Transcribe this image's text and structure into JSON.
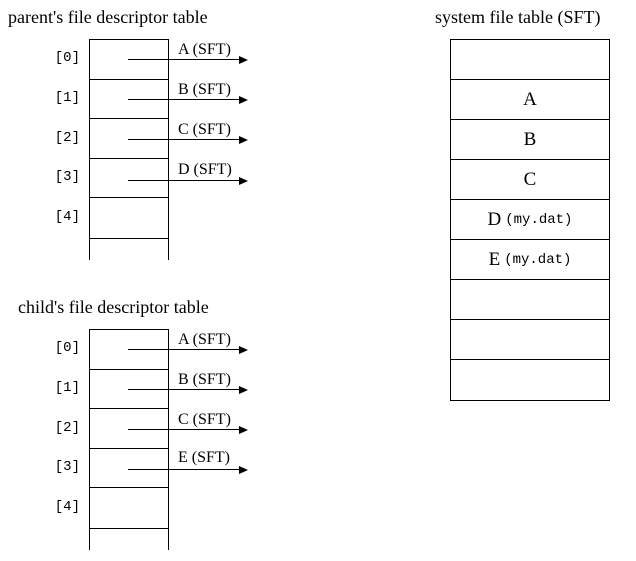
{
  "parent_table": {
    "title": "parent's file descriptor table",
    "rows": [
      {
        "index": "[0]",
        "arrow_label": "A (SFT)"
      },
      {
        "index": "[1]",
        "arrow_label": "B (SFT)"
      },
      {
        "index": "[2]",
        "arrow_label": "C (SFT)"
      },
      {
        "index": "[3]",
        "arrow_label": "D (SFT)"
      },
      {
        "index": "[4]",
        "arrow_label": ""
      }
    ]
  },
  "child_table": {
    "title": "child's file descriptor table",
    "rows": [
      {
        "index": "[0]",
        "arrow_label": "A (SFT)"
      },
      {
        "index": "[1]",
        "arrow_label": "B (SFT)"
      },
      {
        "index": "[2]",
        "arrow_label": "C (SFT)"
      },
      {
        "index": "[3]",
        "arrow_label": "E (SFT)"
      },
      {
        "index": "[4]",
        "arrow_label": ""
      }
    ]
  },
  "system_file_table": {
    "title": "system file table (SFT)",
    "cells": [
      {
        "label": "",
        "file": ""
      },
      {
        "label": "A",
        "file": ""
      },
      {
        "label": "B",
        "file": ""
      },
      {
        "label": "C",
        "file": ""
      },
      {
        "label": "D",
        "file": "(my.dat)"
      },
      {
        "label": "E",
        "file": "(my.dat)"
      },
      {
        "label": "",
        "file": ""
      },
      {
        "label": "",
        "file": ""
      },
      {
        "label": "",
        "file": ""
      }
    ]
  },
  "colors": {
    "line": "#000000",
    "text": "#000000",
    "background": "#ffffff"
  }
}
